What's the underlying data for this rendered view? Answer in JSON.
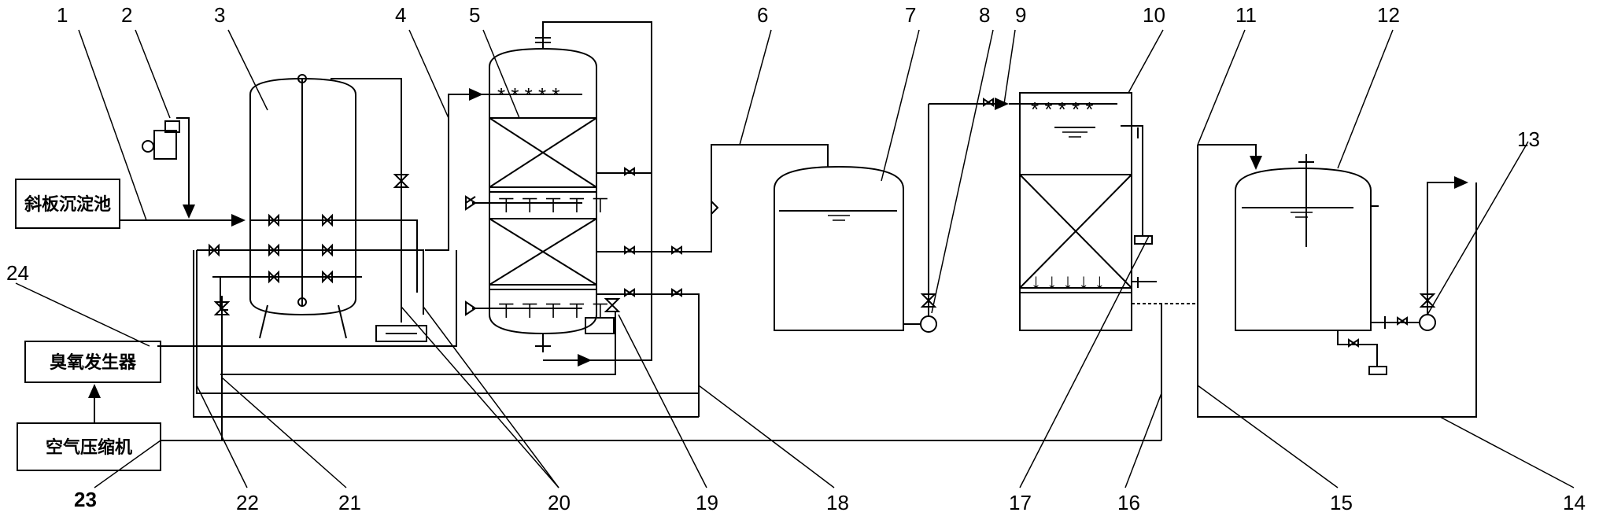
{
  "boxes": {
    "settling_tank": "斜板沉淀池",
    "ozone_generator": "臭氧发生器",
    "air_compressor": "空气压缩机"
  },
  "callouts": [
    "1",
    "2",
    "3",
    "4",
    "5",
    "6",
    "7",
    "8",
    "9",
    "10",
    "11",
    "12",
    "13",
    "14",
    "15",
    "16",
    "17",
    "18",
    "19",
    "20",
    "21",
    "22",
    "23",
    "24"
  ]
}
